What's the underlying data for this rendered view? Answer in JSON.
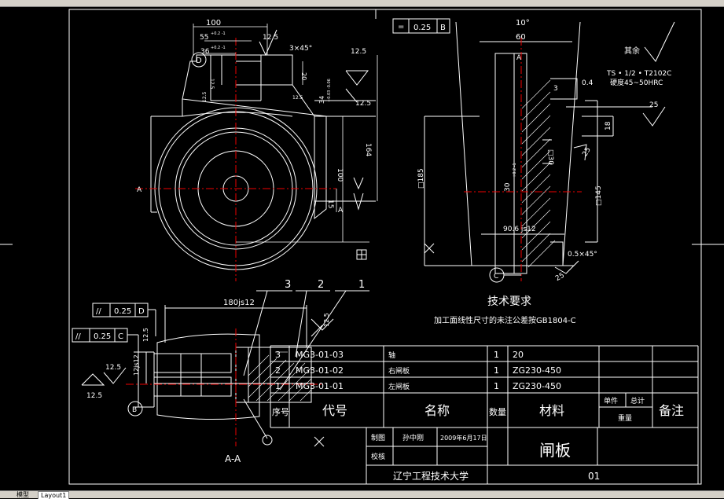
{
  "tabs": {
    "model": "模型",
    "layout": "Layout1"
  },
  "dims": {
    "d100": "100",
    "d55": "55",
    "d55_tol": "+0.2 -1",
    "d36": "36",
    "d36_tol": "+0.2 -1",
    "d12_5a": "12.5",
    "d3x45": "3×45°",
    "d12_5b": "12.5",
    "d20": "20",
    "d34": "34",
    "d34_tol": "+0.03 -0.06",
    "d12_5c": "12.5",
    "d12_5d": "12.5",
    "d164": "164",
    "d100v": "100",
    "d15": "15",
    "d12_5_small1": "12.5",
    "d12_5_small2": "12.5",
    "d10deg": "10°",
    "d60": "60",
    "d3": "3",
    "d04": "0.4",
    "d25a": "25",
    "d18": "18",
    "d25b": "25",
    "d30": "30",
    "d30_tol": "+0.2 -1",
    "d185": "□185",
    "d145": "□145",
    "d90": "90.6 js12",
    "d05x45": "0.5×45°",
    "d25c": "25",
    "d180": "180js12",
    "d12js": "12js12",
    "d12_5e": "12.5",
    "d12_5f": "12.5",
    "d12_5g": "12.5",
    "dsq30": "□30"
  },
  "markers": {
    "D": "D",
    "A_left": "A",
    "A_right": "A",
    "C": "C",
    "B": "B",
    "one": "1",
    "two": "2",
    "three": "3",
    "A_top": "A"
  },
  "tolerance_boxes": {
    "flatness": {
      "symbol": "=",
      "value": "0.25",
      "datum": "B"
    },
    "par_D": {
      "symbol": "//",
      "value": "0.25",
      "datum": "D"
    },
    "par_C": {
      "symbol": "//",
      "value": "0.25",
      "datum": "C"
    }
  },
  "notes": {
    "rest": "其余",
    "ts": "TS • 1/2 • T2102C",
    "hardness": "硬度45~50HRC",
    "tech_title": "技术要求",
    "tech_line": "加工面线性尺寸的未注公差按GB1804-C",
    "section": "A-A"
  },
  "bom": [
    {
      "seq": "3",
      "code": "MG3-01-03",
      "name": "轴",
      "qty": "1",
      "material": "20"
    },
    {
      "seq": "2",
      "code": "MG3-01-02",
      "name": "右闸板",
      "qty": "1",
      "material": "ZG230-450"
    },
    {
      "seq": "1",
      "code": "MG3-01-01",
      "name": "左闸板",
      "qty": "1",
      "material": "ZG230-450"
    }
  ],
  "bom_header": {
    "seq": "序号",
    "code": "代号",
    "name": "名称",
    "qty": "数量",
    "material": "材料",
    "unit": "单件",
    "total": "总计",
    "weight": "重量",
    "note": "备注"
  },
  "title_block": {
    "drawn": "制图",
    "drawer": "孙中刚",
    "date": "2009年6月17日",
    "checked": "校核",
    "title": "闸板",
    "school": "辽宁工程技术大学",
    "number": "01"
  }
}
